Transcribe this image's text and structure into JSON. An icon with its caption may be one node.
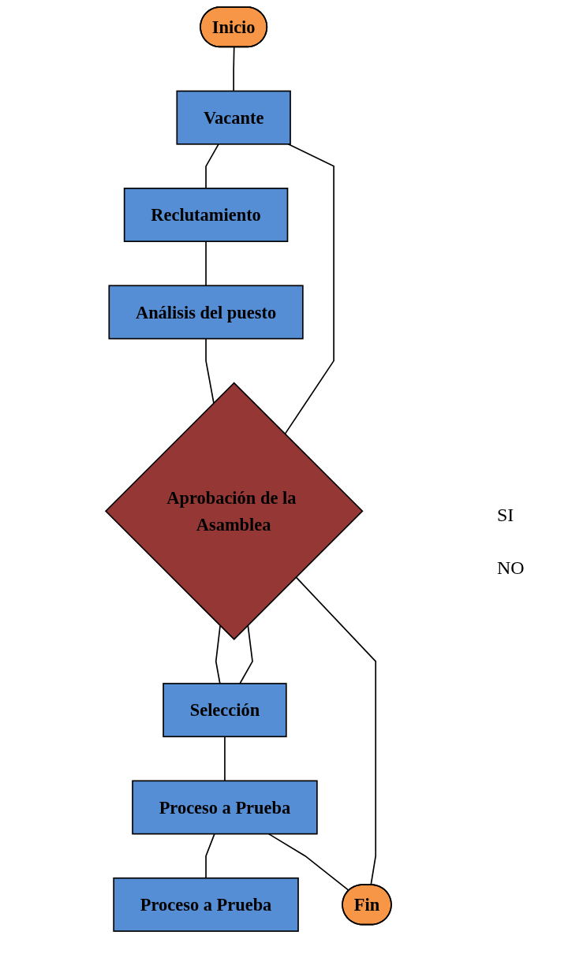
{
  "diagram": {
    "nodes": [
      {
        "text": [
          "Inicio"
        ]
      },
      {
        "text": [
          "Vacante"
        ]
      },
      {
        "text": [
          "Reclutamiento"
        ]
      },
      {
        "text": [
          "Análisis del puesto"
        ]
      },
      {
        "text": [
          "Aprobación de la Asamblea"
        ]
      },
      {
        "text": [
          "Selección"
        ]
      },
      {
        "text": [
          "Proceso a Prueba"
        ]
      },
      {
        "text": [
          "Proceso a Prueba"
        ]
      },
      {
        "text": [
          "Fin"
        ]
      }
    ],
    "edges": [
      {
        "from": 0,
        "to": 1,
        "arrow": "none"
      },
      {
        "from": 1,
        "to": 2,
        "arrow": "none"
      },
      {
        "from": 2,
        "to": 3,
        "arrow": "none"
      },
      {
        "from": 3,
        "to": 4,
        "arrow": "none"
      },
      {
        "from": 4,
        "to": 1,
        "arrow": "none"
      },
      {
        "from": 4,
        "to": 5,
        "arrow": "none"
      },
      {
        "from": 4,
        "to": 5,
        "arrow": "none"
      },
      {
        "from": 5,
        "to": 6,
        "arrow": "none"
      },
      {
        "from": 6,
        "to": 7,
        "arrow": "none"
      },
      {
        "from": 4,
        "to": 8,
        "arrow": "none"
      },
      {
        "from": 6,
        "to": 8,
        "arrow": "none"
      }
    ],
    "labels": [
      "SI",
      "NO"
    ]
  }
}
